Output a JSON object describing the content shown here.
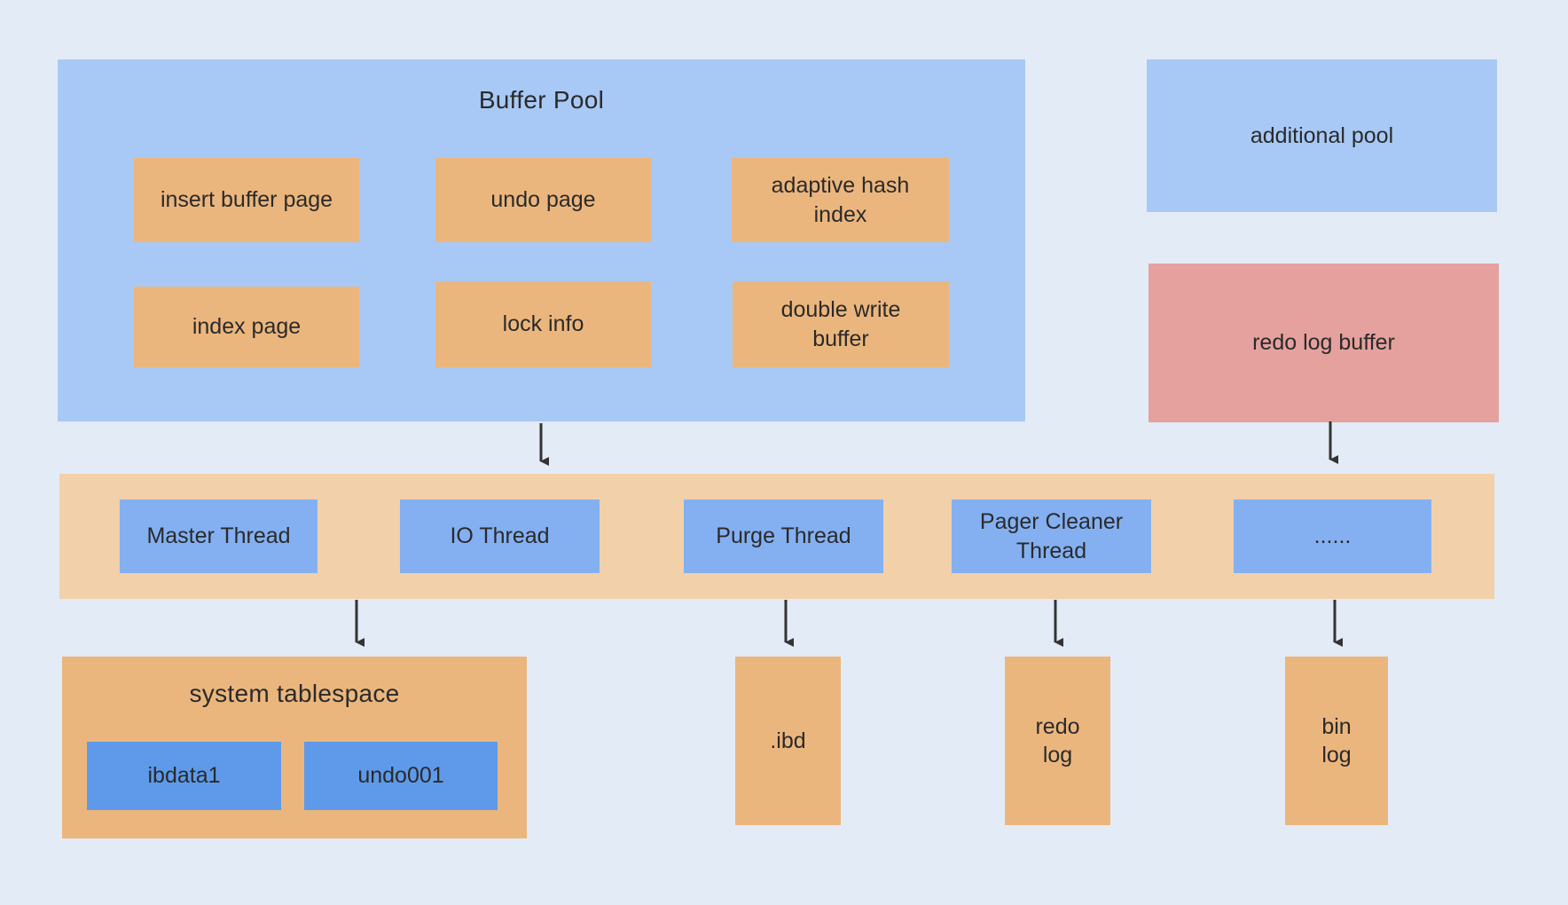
{
  "buffer_pool": {
    "title": "Buffer Pool",
    "pages": {
      "insert_buffer_page": "insert buffer page",
      "undo_page": "undo page",
      "adaptive_hash_index_line1": "adaptive hash",
      "adaptive_hash_index_line2": "index",
      "index_page": "index page",
      "lock_info": "lock info",
      "double_write_buffer_line1": "double write",
      "double_write_buffer_line2": "buffer"
    }
  },
  "additional_pool": "additional pool",
  "redo_log_buffer": "redo log buffer",
  "threads": {
    "master": "Master Thread",
    "io": "IO Thread",
    "purge": "Purge Thread",
    "pager_cleaner_line1": "Pager Cleaner",
    "pager_cleaner_line2": "Thread",
    "more": "......"
  },
  "system_tablespace": {
    "title": "system tablespace",
    "ibdata1": "ibdata1",
    "undo001": "undo001"
  },
  "files": {
    "ibd": ".ibd",
    "redo_log_line1": "redo",
    "redo_log_line2": "log",
    "bin_log_line1": "bin",
    "bin_log_line2": "log"
  },
  "colors": {
    "background": "#e3ebf6",
    "buffer_pool": "#a8c9f5",
    "page_block": "#ebb67d",
    "thread_band": "#f2d0a9",
    "thread_block": "#84b0f2",
    "redo_log_buffer": "#e5a19e",
    "datafile_block": "#5e9ae9",
    "arrow": "#333333"
  }
}
